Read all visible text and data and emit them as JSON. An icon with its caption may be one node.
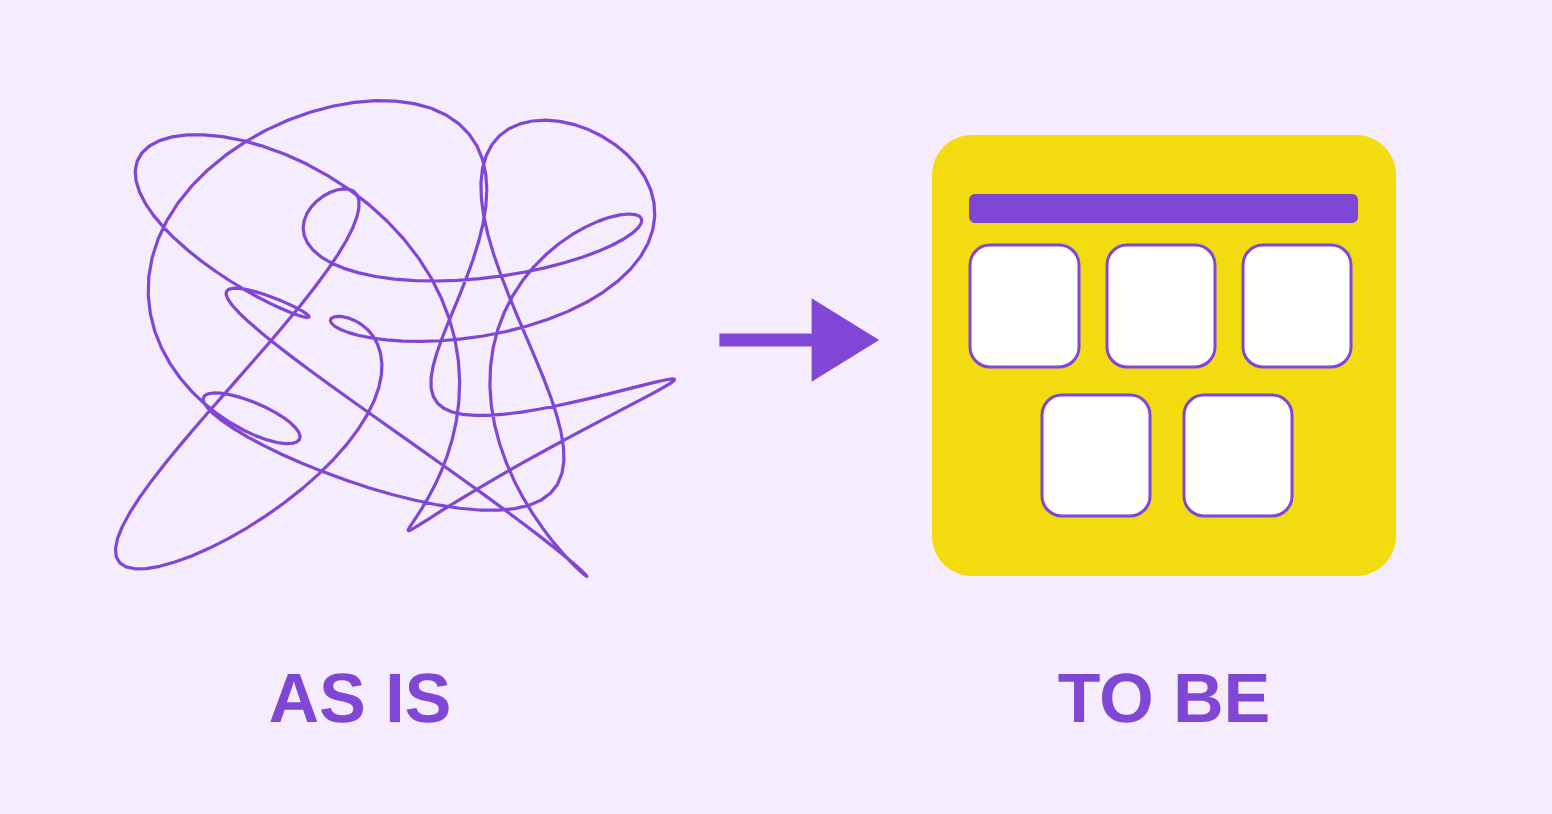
{
  "diagram": {
    "nodes": [
      {
        "text": [],
        "shape": "scribble",
        "beside": [
          "AS IS"
        ]
      },
      {
        "text": [],
        "shape": "box",
        "beside": [
          "TO BE"
        ]
      },
      {
        "text": [],
        "shape": "bar",
        "in": 1
      },
      {
        "text": [],
        "shape": "box",
        "in": 1
      },
      {
        "text": [],
        "shape": "box",
        "in": 1
      },
      {
        "text": [],
        "shape": "box",
        "in": 1
      },
      {
        "text": [],
        "shape": "box",
        "in": 1
      },
      {
        "text": [],
        "shape": "box",
        "in": 1
      }
    ],
    "edges": [
      {
        "from": 0,
        "to": 1,
        "arrow": "to"
      }
    ]
  }
}
